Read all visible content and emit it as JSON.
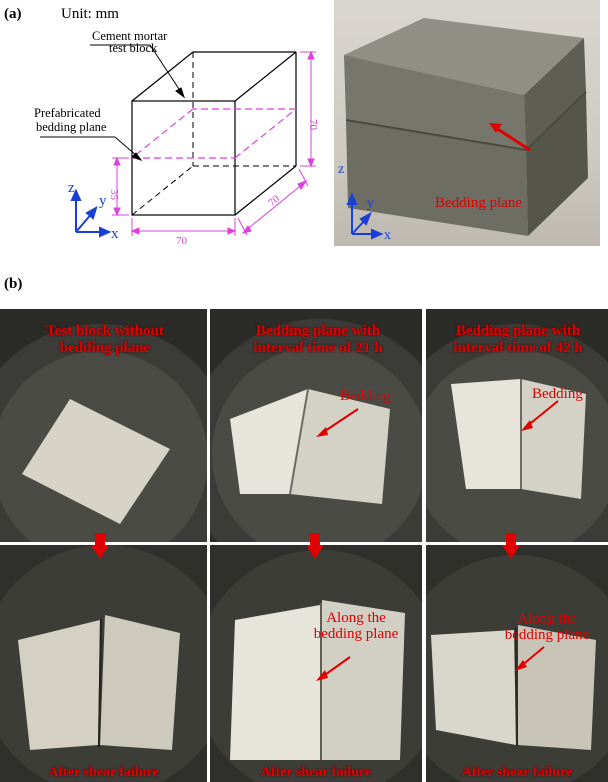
{
  "panel_a": {
    "label": "(a)",
    "unit": "Unit: mm",
    "block_label_line1": "Cement mortar",
    "block_label_line2": "test block",
    "bedding_label_line1": "Prefabricated",
    "bedding_label_line2": "bedding plane",
    "dim_height": "70",
    "dim_half": "35",
    "dim_width": "70",
    "dim_depth": "70",
    "axis_z": "z",
    "axis_y": "y",
    "axis_x": "x",
    "photo_bedding_label": "Bedding plane",
    "colors": {
      "dimension": "#e040e0",
      "axis": "#1a3fd6",
      "annotation": "#e00000"
    }
  },
  "panel_b": {
    "label": "(b)",
    "top_captions": [
      {
        "line1": "Test block without",
        "line2": "bedding plane"
      },
      {
        "line1": "Bedding plane with",
        "line2": "interval time of 21 h"
      },
      {
        "line1": "Bedding plane with",
        "line2": "interval time of 42 h"
      }
    ],
    "bedding_note": "Bedding",
    "along_line1": "Along the",
    "along_line2": "bedding plane",
    "failure_caption": "After shear failure"
  }
}
